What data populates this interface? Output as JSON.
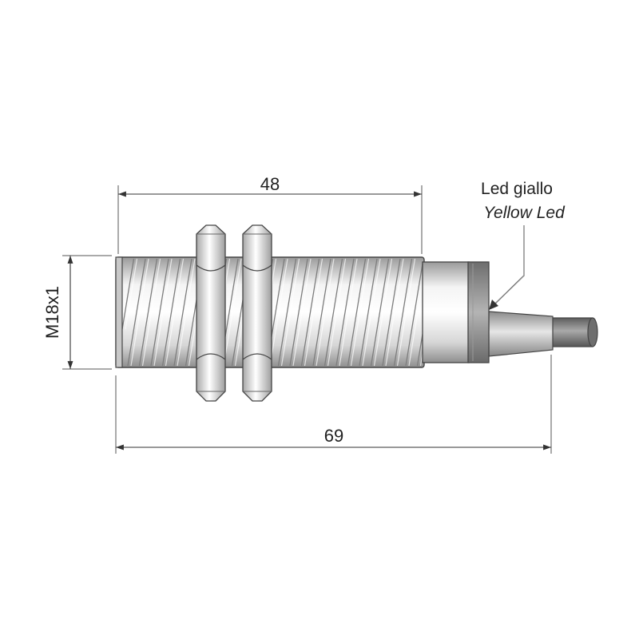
{
  "dimensions": {
    "body_length": "48",
    "total_length": "69",
    "thread": "M18x1"
  },
  "led_label": {
    "italian": "Led giallo",
    "english": "Yellow Led"
  },
  "colors": {
    "body_metal": "#d9d9d9",
    "thread_shadow": "#8c8c8c",
    "led_ring": "#7a7a7a",
    "cable": "#7f7f7f",
    "line": "#333333"
  }
}
